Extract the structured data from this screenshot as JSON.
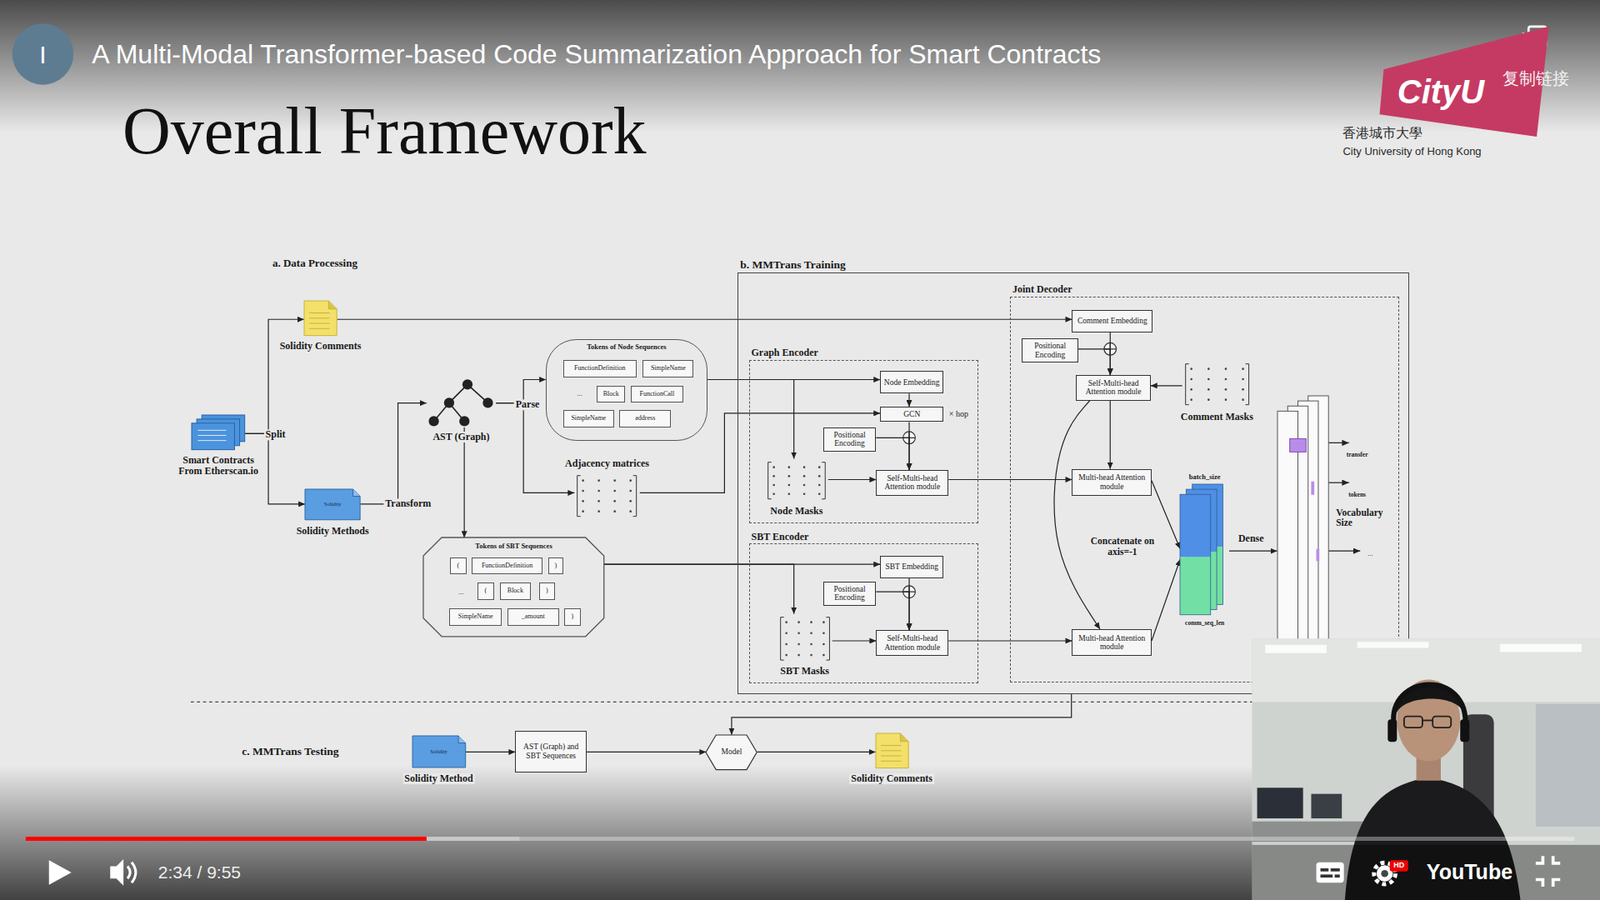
{
  "diagram": {
    "title": "Overall Framework",
    "nodes": [
      {
        "text": [
          "Solidity Comments"
        ]
      },
      {
        "text": [
          "Smart Contracts From Etherscan.io"
        ]
      },
      {
        "text": [
          "Solidity",
          "Solidity Methods"
        ]
      },
      {
        "text": [
          "AST (Graph)"
        ]
      },
      {
        "text": [
          "Tokens of Node Sequences"
        ]
      },
      {
        "text": [
          "FunctionDefinition"
        ],
        "in": 4
      },
      {
        "text": [
          "SimpleName"
        ],
        "in": 4
      },
      {
        "text": [
          "Block"
        ],
        "in": 4
      },
      {
        "text": [
          "FunctionCall"
        ],
        "in": 4
      },
      {
        "text": [
          "SimpleName"
        ],
        "in": 4
      },
      {
        "text": [
          "address"
        ],
        "in": 4
      },
      {
        "text": [
          "Adjacency matrices"
        ]
      },
      {
        "text": [
          "Tokens of SBT Sequences"
        ]
      },
      {
        "text": [
          "("
        ],
        "in": 12
      },
      {
        "text": [
          "FunctionDefinition"
        ],
        "in": 12
      },
      {
        "text": [
          ")"
        ],
        "in": 12
      },
      {
        "text": [
          "("
        ],
        "in": 12
      },
      {
        "text": [
          "Block"
        ],
        "in": 12
      },
      {
        "text": [
          ")"
        ],
        "in": 12
      },
      {
        "text": [
          "SimpleName"
        ],
        "in": 12
      },
      {
        "text": [
          "_amount"
        ],
        "in": 12
      },
      {
        "text": [
          ")"
        ],
        "in": 12
      },
      {
        "text": [
          "b. MMTrans Training"
        ]
      },
      {
        "text": [
          "Graph Encoder"
        ],
        "in": 22
      },
      {
        "text": [
          "Node Embedding"
        ],
        "in": 23
      },
      {
        "text": [
          "GCN"
        ],
        "in": 23
      },
      {
        "text": [
          "Positional Encoding"
        ],
        "in": 23
      },
      {
        "text": [
          "Self-Multi-head Attention module"
        ],
        "in": 23
      },
      {
        "text": [
          "Node Masks"
        ],
        "in": 23
      },
      {
        "text": [
          "SBT Encoder"
        ],
        "in": 22
      },
      {
        "text": [
          "SBT Embedding"
        ],
        "in": 29
      },
      {
        "text": [
          "Positional Encoding"
        ],
        "in": 29
      },
      {
        "text": [
          "Self-Multi-head Attention module"
        ],
        "in": 29
      },
      {
        "text": [
          "SBT Masks"
        ],
        "in": 29
      },
      {
        "text": [
          "Joint Decoder"
        ],
        "in": 22
      },
      {
        "text": [
          "Comment Embedding"
        ],
        "in": 34
      },
      {
        "text": [
          "Positional Encoding"
        ],
        "in": 34
      },
      {
        "text": [
          "Self-Multi-head Attention module"
        ],
        "in": 34
      },
      {
        "text": [
          "Comment Masks"
        ],
        "in": 34
      },
      {
        "text": [
          "Multi-head Attention module"
        ],
        "in": 34
      },
      {
        "text": [
          "Multi-head Attention module"
        ],
        "in": 34
      },
      {
        "text": [
          "batch_size",
          "comm_seq_len"
        ],
        "in": 34
      },
      {
        "text": [
          "Vocabulary Size"
        ],
        "in": 34
      },
      {
        "text": [
          "Solidity",
          "Solidity Method"
        ]
      },
      {
        "text": [
          "AST (Graph) and SBT Sequences"
        ]
      },
      {
        "text": [
          "Model"
        ]
      },
      {
        "text": [
          "Solidity Comments"
        ]
      }
    ],
    "edges": [
      {
        "from": 1,
        "to": 0,
        "arrow": "to",
        "label": "Split"
      },
      {
        "from": 1,
        "to": 2,
        "arrow": "to"
      },
      {
        "from": 0,
        "to": 35,
        "arrow": "to"
      },
      {
        "from": 2,
        "to": 3,
        "arrow": "to",
        "label": "Transform"
      },
      {
        "from": 3,
        "to": 4,
        "arrow": "to",
        "label": "Parse"
      },
      {
        "from": 3,
        "to": 11,
        "arrow": "to"
      },
      {
        "from": 3,
        "to": 12,
        "arrow": "to"
      },
      {
        "from": 4,
        "to": 24,
        "arrow": "to"
      },
      {
        "from": 4,
        "to": 28,
        "arrow": "to"
      },
      {
        "from": 11,
        "to": 25,
        "arrow": "to"
      },
      {
        "from": 24,
        "to": 25,
        "arrow": "to"
      },
      {
        "from": 25,
        "to": 27,
        "arrow": "to"
      },
      {
        "from": 26,
        "to": 27,
        "arrow": "to"
      },
      {
        "from": 28,
        "to": 27,
        "arrow": "to"
      },
      {
        "from": 27,
        "to": 39,
        "arrow": "to"
      },
      {
        "from": 12,
        "to": 30,
        "arrow": "to"
      },
      {
        "from": 12,
        "to": 33,
        "arrow": "to"
      },
      {
        "from": 30,
        "to": 32,
        "arrow": "to"
      },
      {
        "from": 31,
        "to": 32,
        "arrow": "to"
      },
      {
        "from": 33,
        "to": 32,
        "arrow": "to"
      },
      {
        "from": 32,
        "to": 40,
        "arrow": "to"
      },
      {
        "from": 35,
        "to": 37,
        "arrow": "to"
      },
      {
        "from": 36,
        "to": 37,
        "arrow": "to"
      },
      {
        "from": 38,
        "to": 37,
        "arrow": "to"
      },
      {
        "from": 37,
        "to": 39,
        "arrow": "to"
      },
      {
        "from": 37,
        "to": 40,
        "arrow": "to"
      },
      {
        "from": 39,
        "to": 41,
        "arrow": "to"
      },
      {
        "from": 40,
        "to": 41,
        "arrow": "to"
      },
      {
        "from": 41,
        "to": 42,
        "arrow": "to",
        "label": "Dense"
      },
      {
        "from": 22,
        "to": 45,
        "arrow": "to"
      },
      {
        "from": 43,
        "to": 44,
        "arrow": "to"
      },
      {
        "from": 44,
        "to": 45,
        "arrow": "to"
      },
      {
        "from": 45,
        "to": 46,
        "arrow": "to"
      }
    ],
    "labels": [
      "I",
      "A Multi-Modal Transformer-based Code Summarization Approach for Smart Contracts",
      "复制链接",
      "CityU",
      "香港城市大學",
      "City University of Hong Kong",
      "a. Data Processing",
      "...",
      "...",
      "× hop",
      "Concatenate on axis=-1",
      "transfer",
      "tokens",
      "...",
      "c. MMTrans Testing",
      "2:34 / 9:55",
      "HD",
      "YouTube"
    ]
  }
}
